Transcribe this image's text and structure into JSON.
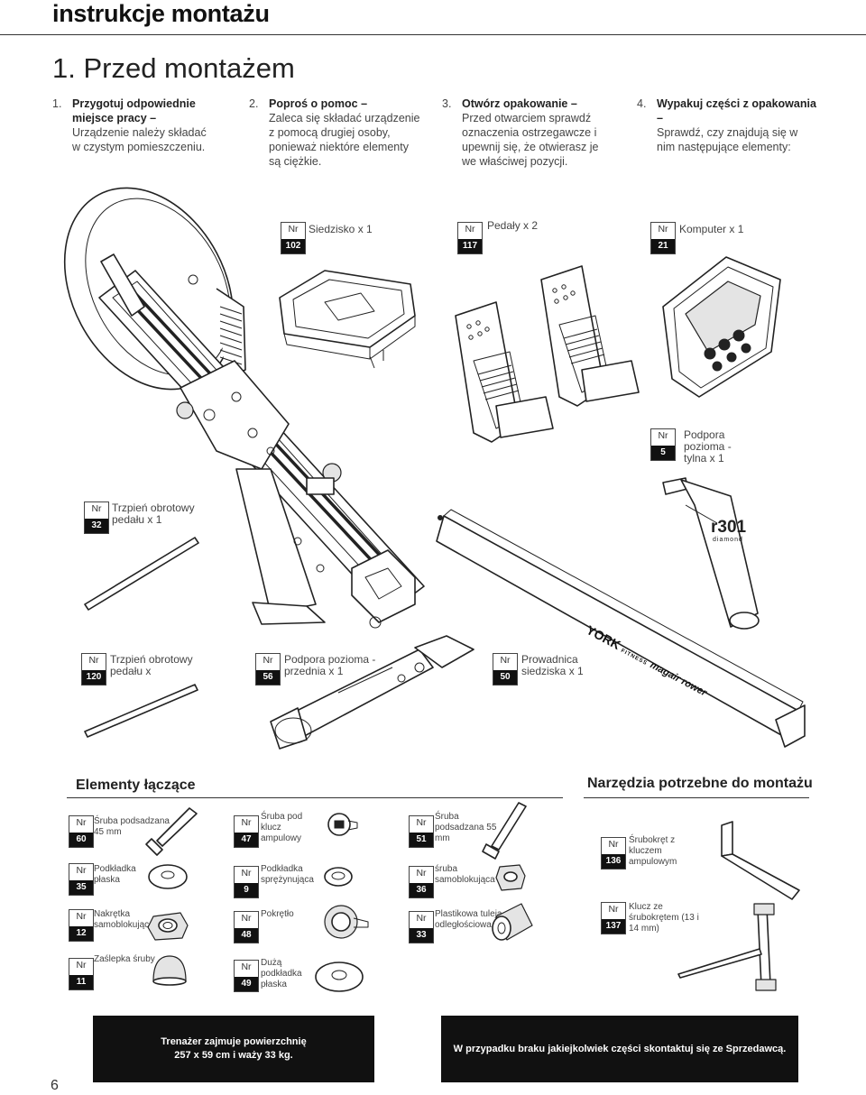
{
  "page": {
    "title": "instrukcje montażu",
    "subtitle": "1. Przed montażem",
    "page_number": "6"
  },
  "steps": [
    {
      "num": "1.",
      "bold": "Przygotuj odpowiednie miejsce pracy –",
      "text": "Urządzenie należy składać w czystym pomieszczeniu."
    },
    {
      "num": "2.",
      "bold": "Poproś o pomoc –",
      "text": "Zaleca się składać urządzenie z pomocą drugiej osoby, ponieważ niektóre elementy są ciężkie."
    },
    {
      "num": "3.",
      "bold": "Otwórz opakowanie –",
      "text": "Przed otwarciem sprawdź oznaczenia ostrzegawcze i upewnij się, że otwierasz je we właściwej pozycji."
    },
    {
      "num": "4.",
      "bold": "Wypakuj części z opakowania –",
      "text": "Sprawdź, czy znajdują się w nim następujące elementy:"
    }
  ],
  "nr_label": "Nr",
  "parts": {
    "p102": {
      "nr": "102",
      "label": "Siedzisko x 1"
    },
    "p117": {
      "nr": "117",
      "label": "Pedały x 2"
    },
    "p21": {
      "nr": "21",
      "label": "Komputer x 1"
    },
    "p5": {
      "nr": "5",
      "label": "Podpora pozioma - tylna x 1"
    },
    "p32": {
      "nr": "32",
      "label": "Trzpień obrotowy pedału x 1"
    },
    "p120": {
      "nr": "120",
      "label": "Trzpień obrotowy pedału x"
    },
    "p56": {
      "nr": "56",
      "label": "Podpora pozioma - przednia x 1"
    },
    "p50": {
      "nr": "50",
      "label": "Prowadnica siedziska x 1"
    }
  },
  "brand": {
    "york": "YORK",
    "fitness": "FITNESS",
    "model": "magair rower",
    "r301": "r301",
    "diamond": "diamond"
  },
  "sections": {
    "connectors": "Elementy łączące",
    "tools": "Narzędzia potrzebne do montażu"
  },
  "hardware": [
    {
      "nr": "60",
      "label": "Śruba podsadzana 45 mm"
    },
    {
      "nr": "35",
      "label": "Podkładka płaska"
    },
    {
      "nr": "12",
      "label": "Nakrętka samoblokująca"
    },
    {
      "nr": "11",
      "label": "Zaślepka śruby"
    },
    {
      "nr": "47",
      "label": "Śruba pod klucz ampulowy"
    },
    {
      "nr": "9",
      "label": "Podkładka sprężynująca"
    },
    {
      "nr": "48",
      "label": "Pokrętło"
    },
    {
      "nr": "49",
      "label": "Dużą podkładka płaska"
    },
    {
      "nr": "51",
      "label": "Śruba podsadzana 55 mm"
    },
    {
      "nr": "36",
      "label": "śruba samoblokująca"
    },
    {
      "nr": "33",
      "label": "Plastikowa tuleja odległościowa"
    }
  ],
  "tools": [
    {
      "nr": "136",
      "label": "Śrubokręt z kluczem ampulowym"
    },
    {
      "nr": "137",
      "label": "Klucz ze śrubokrętem (13 i 14 mm)"
    }
  ],
  "info": {
    "left": "Trenażer zajmuje powierzchnię 257 x 59 cm i waży 33 kg.",
    "right": "W przypadku braku jakiejkolwiek części skontaktuj się ze Sprzedawcą."
  }
}
